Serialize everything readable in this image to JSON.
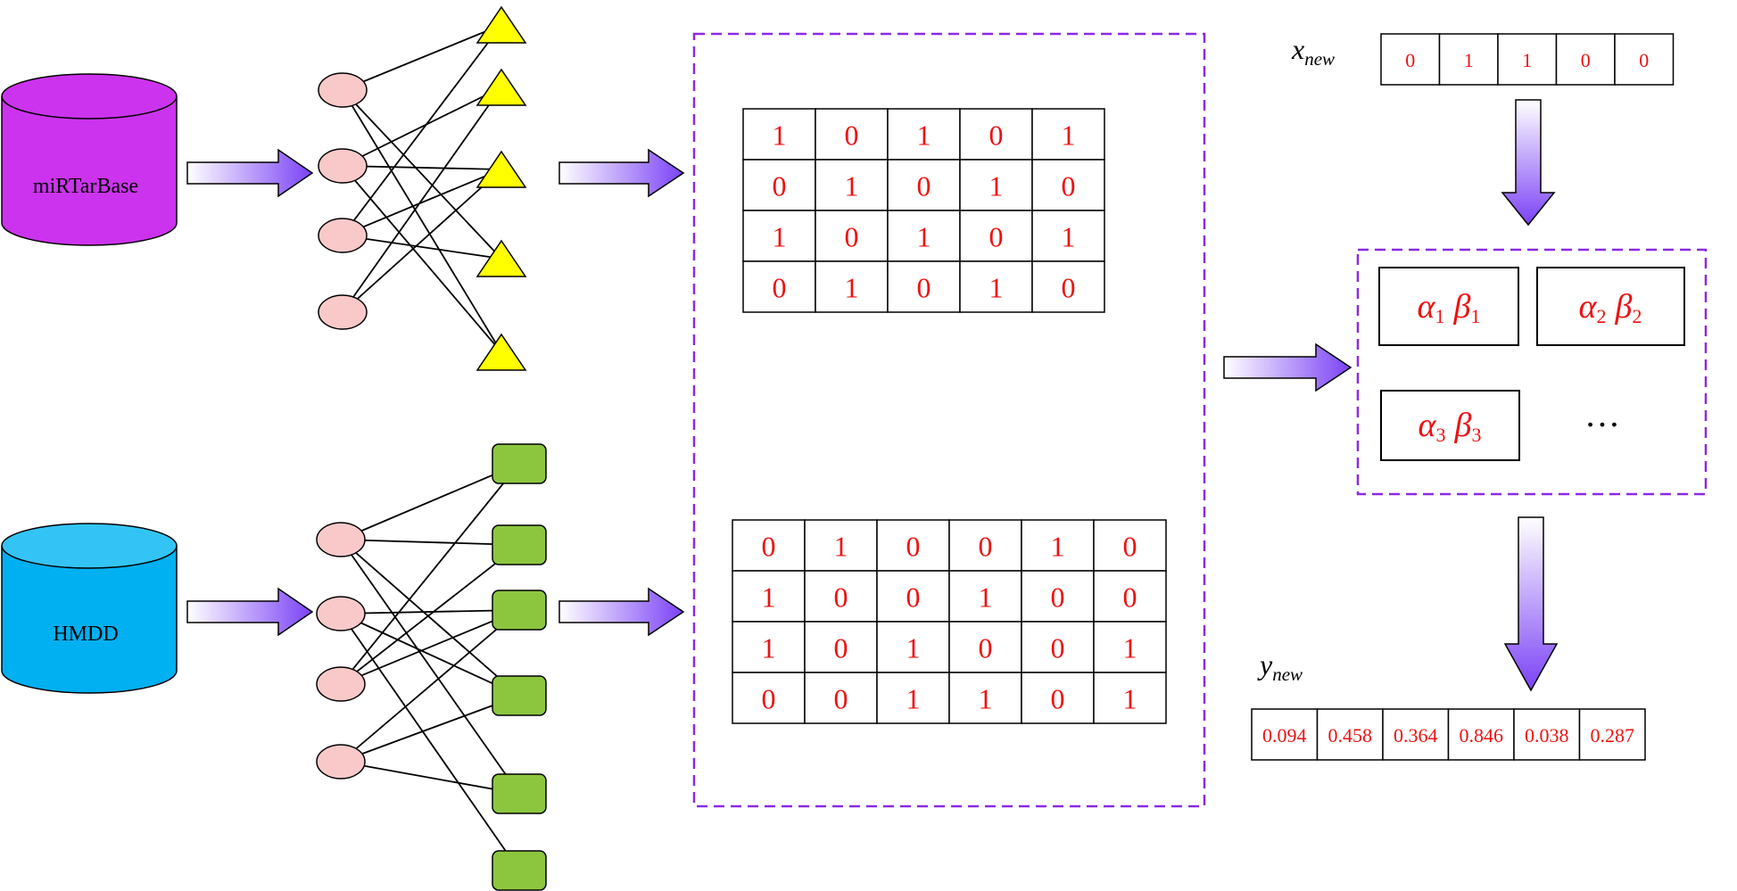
{
  "databases": {
    "mirna_target": {
      "label": "miRTarBase",
      "color": "#cc33ee"
    },
    "disease": {
      "label": "HMDD",
      "color": "#00b0f0"
    }
  },
  "networks": {
    "top": {
      "left_node_shape": "ellipse",
      "right_node_shape": "triangle",
      "left_color": "#f9c9c9",
      "right_color": "#ffff00"
    },
    "bottom": {
      "left_node_shape": "ellipse",
      "right_node_shape": "rounded-square",
      "left_color": "#f9c9c9",
      "right_color": "#8cc63f"
    }
  },
  "matrices": {
    "top": [
      [
        "1",
        "0",
        "1",
        "0",
        "1"
      ],
      [
        "0",
        "1",
        "0",
        "1",
        "0"
      ],
      [
        "1",
        "0",
        "1",
        "0",
        "1"
      ],
      [
        "0",
        "1",
        "0",
        "1",
        "0"
      ]
    ],
    "bottom": [
      [
        "0",
        "1",
        "0",
        "0",
        "1",
        "0"
      ],
      [
        "1",
        "0",
        "0",
        "1",
        "0",
        "0"
      ],
      [
        "1",
        "0",
        "1",
        "0",
        "0",
        "1"
      ],
      [
        "0",
        "0",
        "1",
        "1",
        "0",
        "1"
      ]
    ]
  },
  "x_new": {
    "label_main": "x",
    "label_sub": "new",
    "values": [
      "0",
      "1",
      "1",
      "0",
      "0"
    ]
  },
  "parameters": {
    "items": [
      {
        "alpha": "α",
        "beta": "β",
        "index": "1"
      },
      {
        "alpha": "α",
        "beta": "β",
        "index": "2"
      },
      {
        "alpha": "α",
        "beta": "β",
        "index": "3"
      }
    ],
    "ellipsis": "…"
  },
  "y_new": {
    "label_main": "y",
    "label_sub": "new",
    "values": [
      "0.094",
      "0.458",
      "0.364",
      "0.846",
      "0.038",
      "0.287"
    ]
  },
  "colors": {
    "accent_dashed": "#8a2be2",
    "cell_text": "#ee1111",
    "arrow_start": "#ffffff",
    "arrow_end": "#7b42f6"
  }
}
